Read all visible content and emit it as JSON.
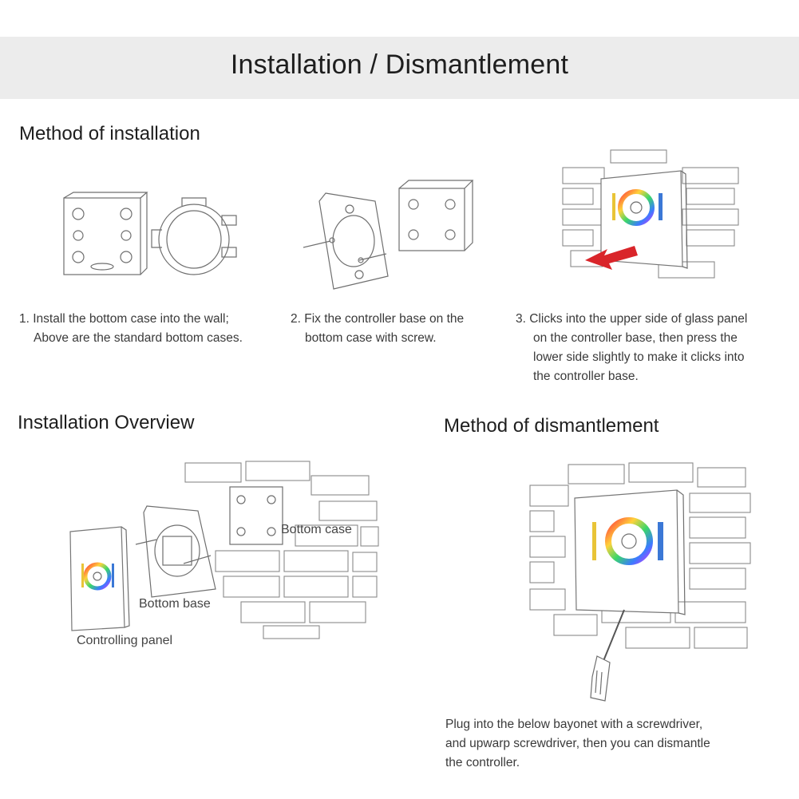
{
  "banner": {
    "title": "Installation / Dismantlement"
  },
  "installation": {
    "heading": "Method of installation",
    "steps": [
      {
        "line1": "1. Install the bottom case into the wall;",
        "line2": "Above are the standard bottom cases."
      },
      {
        "line1": "2. Fix the controller base on the",
        "line2": "bottom case with screw."
      },
      {
        "line1": "3. Clicks into the upper side of glass panel",
        "line2": "on the controller base, then press the",
        "line3": "lower side slightly to make it clicks into",
        "line4": "the controller base."
      }
    ]
  },
  "overview": {
    "heading": "Installation Overview",
    "labels": {
      "bottom_case": "Bottom case",
      "bottom_base": "Bottom base",
      "controlling_panel": "Controlling panel"
    }
  },
  "dismantlement": {
    "heading": "Method of dismantlement",
    "caption": {
      "line1": "Plug into the below bayonet with a screwdriver,",
      "line2": "and upwarp screwdriver, then you can dismantle",
      "line3": "the controller."
    }
  },
  "colors": {
    "banner_bg": "#ececec",
    "arrow_red": "#d9252a",
    "line_gray": "#6f6f6f"
  }
}
